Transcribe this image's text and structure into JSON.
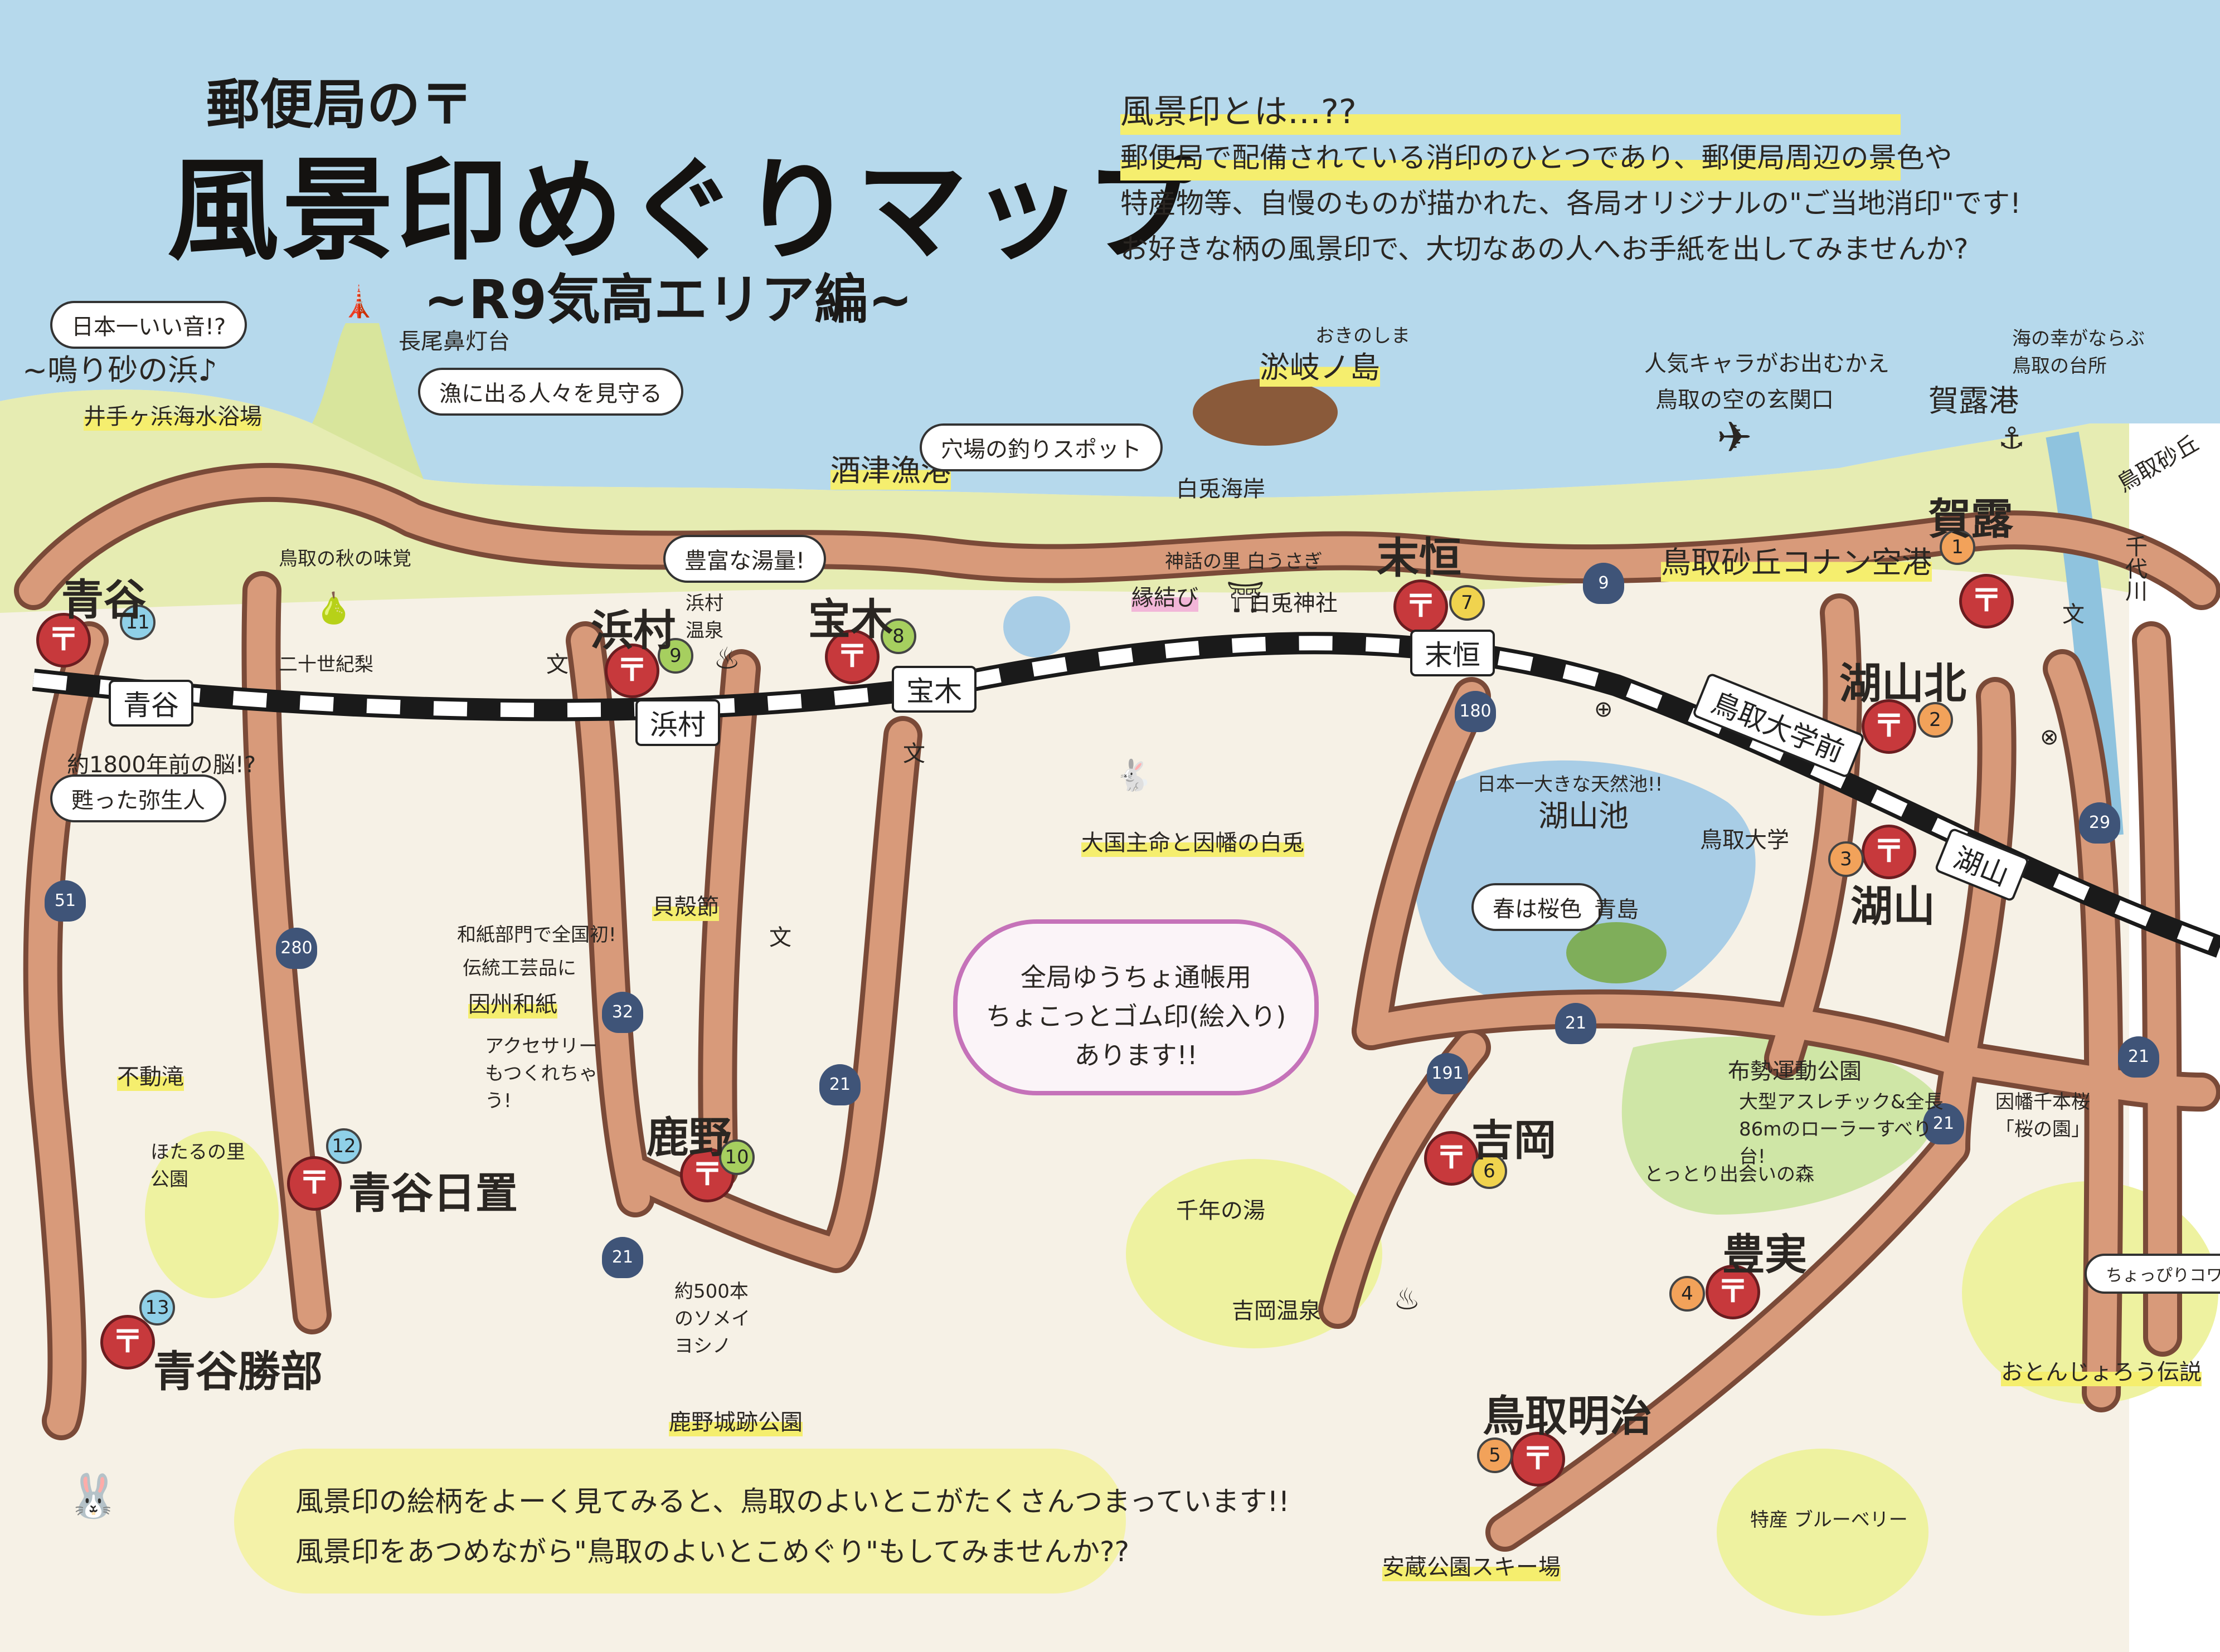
{
  "title": {
    "line1": "郵便局の〒",
    "line2": "風景印めぐりマップ",
    "line3": "~R9気高エリア編~"
  },
  "intro": {
    "heading": "風景印とは…??",
    "lines": [
      "郵便局で配備されている消印のひとつであり、郵便局周辺の景色や",
      "特産物等、自慢のものが描かれた、各局オリジナルの\"ご当地消印\"です!",
      "お好きな柄の風景印で、大切なあの人へお手紙を出してみませんか?"
    ]
  },
  "post_offices": [
    {
      "num": "1",
      "name": "賀露"
    },
    {
      "num": "2",
      "name": "湖山北"
    },
    {
      "num": "3",
      "name": "湖山"
    },
    {
      "num": "4",
      "name": "豊実"
    },
    {
      "num": "5",
      "name": "鳥取明治"
    },
    {
      "num": "6",
      "name": "吉岡"
    },
    {
      "num": "7",
      "name": "末恒"
    },
    {
      "num": "8",
      "name": "宝木"
    },
    {
      "num": "9",
      "name": "浜村"
    },
    {
      "num": "10",
      "name": "鹿野"
    },
    {
      "num": "11",
      "name": "青谷"
    },
    {
      "num": "12",
      "name": "青谷日置"
    },
    {
      "num": "13",
      "name": "青谷勝部"
    }
  ],
  "stations": [
    "青谷",
    "浜村",
    "宝木",
    "末恒",
    "鳥取大学前",
    "湖山"
  ],
  "routes": [
    "51",
    "280",
    "32",
    "21",
    "21",
    "180",
    "191",
    "21",
    "21",
    "21",
    "29",
    "9"
  ],
  "labels": {
    "nakisuna": "~鳴り砂の浜♪",
    "nihon_ichi_ii_oto": "日本一いい音!?",
    "ibaragi_beach": "井手ヶ浜海水浴場",
    "nagaobana": "長尾鼻灯台",
    "ryou": "漁に出る人々を見守る",
    "tottori_taste": "鳥取の秋の味覚",
    "nijisseiki": "二十世紀梨",
    "sakitsu_port": "酒津漁港",
    "fishing_spot": "穴場の釣りスポット",
    "oki_small": "おきのしま",
    "oki": "淤岐ノ島",
    "hakuto_coast": "白兎海岸",
    "popular_char": "人気キャラがお出むかえ",
    "sky_gate": "鳥取の空の玄関口",
    "airport": "鳥取砂丘コナン空港",
    "karo_port": "賀露港",
    "sea_kitchen": "海の幸がならぶ鳥取の台所",
    "tottori_dune": "鳥取砂丘",
    "sendai_river": "千代川",
    "hot_spring_rich": "豊富な湯量!",
    "hamamura_onsen": "浜村温泉",
    "shinwa": "神話の里 白うさぎ",
    "enmusubi": "縁結び",
    "hakuto_shrine": "白兎神社",
    "yayoi_brain": "約1800年前の脳!?",
    "yayoi_revived": "甦った弥生人",
    "kaigara": "貝殻節",
    "washi_first": "和紙部門で全国初!",
    "washi_craft": "伝統工芸品に",
    "inshu_washi": "因州和紙",
    "accessory": "アクセサリーもつくれちゃう!",
    "fudo_falls": "不動滝",
    "hotaru": "ほたるの里公園",
    "okuninushi": "大国主命と因幡の白兎",
    "largest_lake": "日本一大きな天然池!!",
    "koyama_pond": "湖山池",
    "tottori_univ": "鳥取大学",
    "spring_sakura": "春は桜色",
    "aoshima": "青島",
    "fuse_park": "布勢運動公園",
    "big_athletic": "大型アスレチック&全長86mのローラーすべり台!",
    "deai_forest": "とっとり出会いの森",
    "inaba_senbonzakura": "因幡千本桜「桜の園」",
    "sennen_yu": "千年の湯",
    "yoshioka_onsen": "吉岡温泉",
    "yoshino_500": "約500本のソメイヨシノ",
    "shikano_castle": "鹿野城跡公園",
    "ando_ski": "安蔵公園スキー場",
    "blueberry": "特産 ブルーベリー",
    "scary": "ちょっぴりコワイ!?",
    "otonjoro": "おとんじょろう伝説"
  },
  "cloud": {
    "lines": [
      "全局ゆうちょ通帳用",
      "ちょこっとゴム印(絵入り)",
      "あります!!"
    ]
  },
  "footer": {
    "lines": [
      "風景印の絵柄をよーく見てみると、鳥取のよいとこがたくさんつまっています!!",
      "風景印をあつめながら\"鳥取のよいとこめぐり\"もしてみませんか??"
    ]
  },
  "colors": {
    "sea": "#b6d9ec",
    "land": "#e6ecb2",
    "road": "#d89a7a",
    "road_edge": "#7a4a38",
    "rail_dark": "#1a1a1a",
    "po_red": "#c7393c",
    "lake": "#a8cde6"
  },
  "icons": [
    "post-office-mark-icon",
    "school-mark-icon",
    "shrine-mark-icon",
    "onsen-mark-icon",
    "hospital-mark-icon",
    "anchor-icon",
    "airplane-icon",
    "lighthouse-icon",
    "pear-icon",
    "rabbit-icon",
    "mascot-rabbit-icon"
  ]
}
